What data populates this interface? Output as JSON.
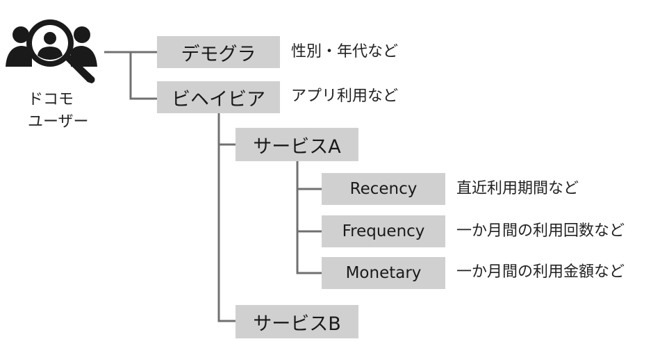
{
  "user": {
    "line1": "ドコモ",
    "line2": "ユーザー",
    "icon": "user-search-icon"
  },
  "nodes": {
    "demogra": {
      "label": "デモグラ",
      "desc": "性別・年代など"
    },
    "behavior": {
      "label": "ビヘイビア",
      "desc": "アプリ利用など"
    },
    "service_a": {
      "label": "サービスA"
    },
    "recency": {
      "label": "Recency",
      "desc": "直近利用期間など"
    },
    "frequency": {
      "label": "Frequency",
      "desc": "一か月間の利用回数など"
    },
    "monetary": {
      "label": "Monetary",
      "desc": "一か月間の利用金額など"
    },
    "service_b": {
      "label": "サービスB"
    }
  },
  "colors": {
    "box": "#d0d0d0",
    "line": "#707070",
    "icon": "#1a1a1a"
  }
}
